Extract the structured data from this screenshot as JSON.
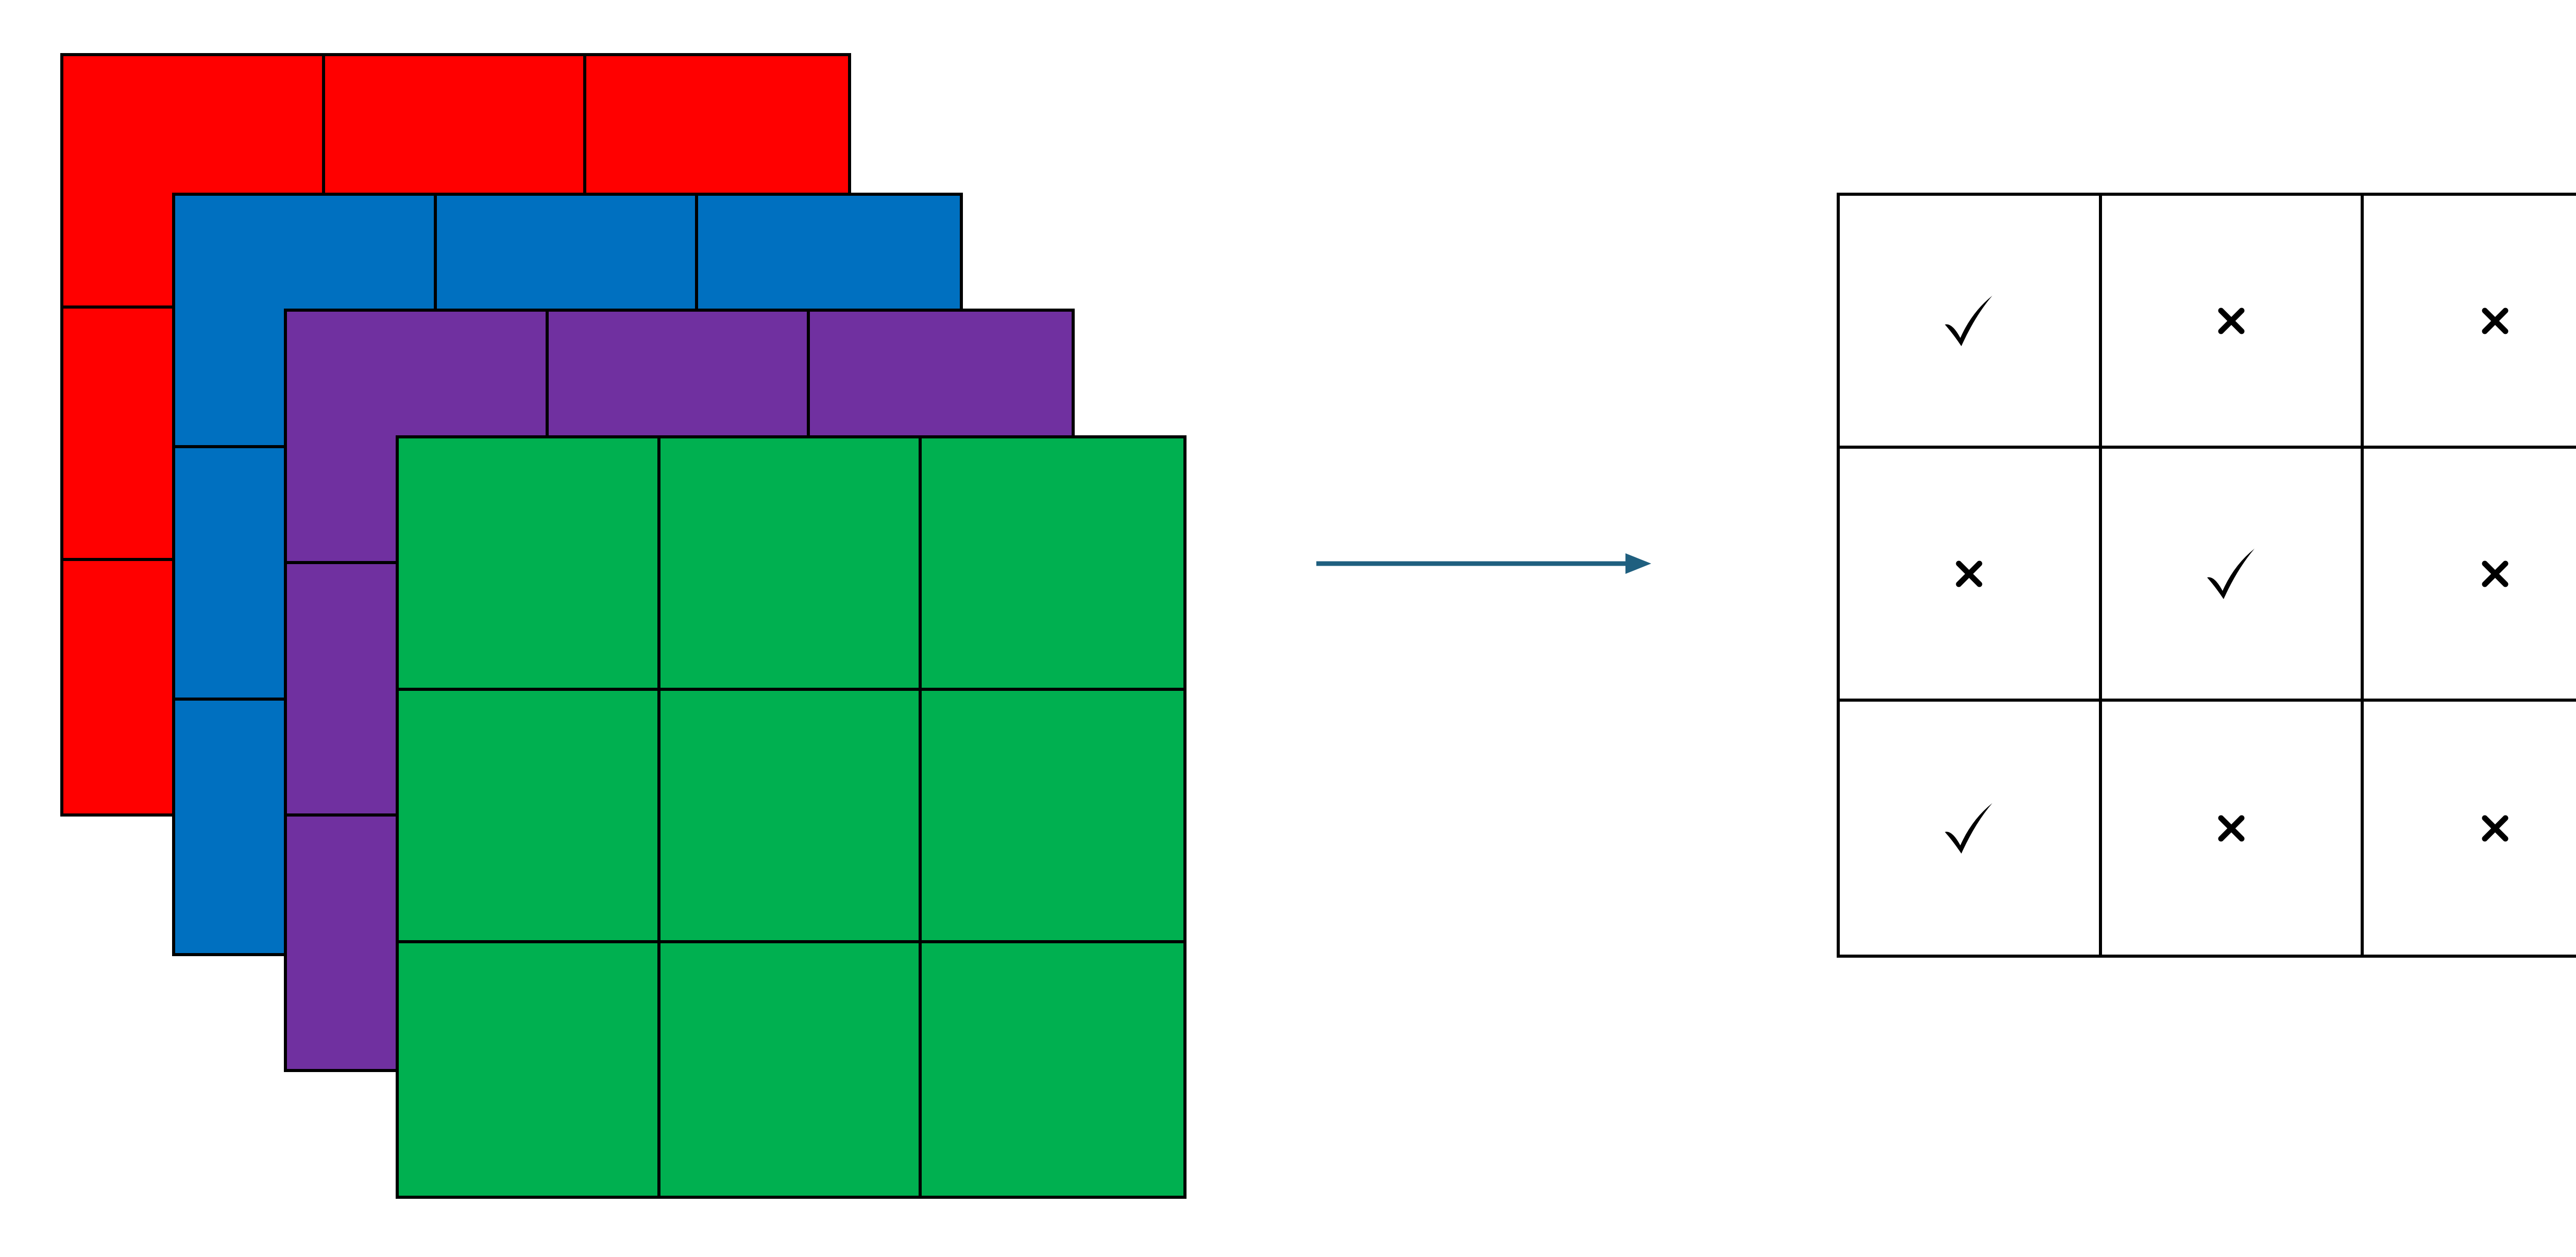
{
  "layers": [
    {
      "name": "red",
      "color": "#ff0000"
    },
    {
      "name": "blue",
      "color": "#0070c0"
    },
    {
      "name": "purple",
      "color": "#7030a0"
    },
    {
      "name": "green",
      "color": "#00b050"
    }
  ],
  "arrow": {
    "color": "#1f5f7f",
    "icon": "right-arrow-icon"
  },
  "result": {
    "cells": [
      [
        "check",
        "cross",
        "cross"
      ],
      [
        "cross",
        "check",
        "cross"
      ],
      [
        "check",
        "cross",
        "cross"
      ]
    ]
  }
}
